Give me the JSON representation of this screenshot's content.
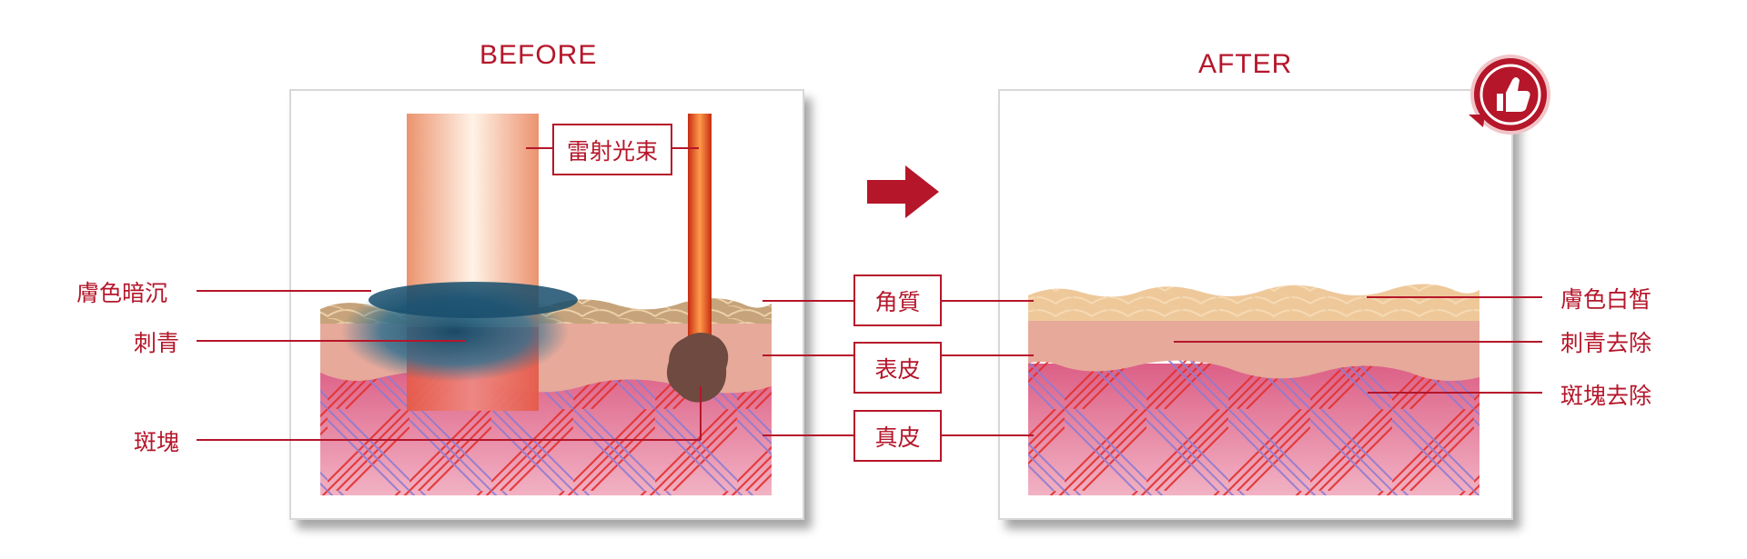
{
  "before": {
    "title": "BEFORE",
    "labels": {
      "laser_beam": "雷射光束",
      "dull_skin": "膚色暗沉",
      "tattoo": "刺青",
      "spot": "斑塊"
    }
  },
  "after": {
    "title": "AFTER",
    "labels": {
      "fair_skin": "膚色白皙",
      "tattoo_removed": "刺青去除",
      "spot_removed": "斑塊去除"
    }
  },
  "layers": {
    "stratum_corneum": "角質",
    "epidermis": "表皮",
    "dermis": "真皮"
  },
  "colors": {
    "accent": "#b5162a",
    "dermis": "#e47a98",
    "epidermis": "#e7ab98",
    "corneum": "#c9a77d",
    "tattoo": "#1e5a78",
    "spot": "#6e4a40"
  },
  "icons": {
    "arrow": "right-arrow-icon",
    "badge": "thumbs-up-icon"
  }
}
